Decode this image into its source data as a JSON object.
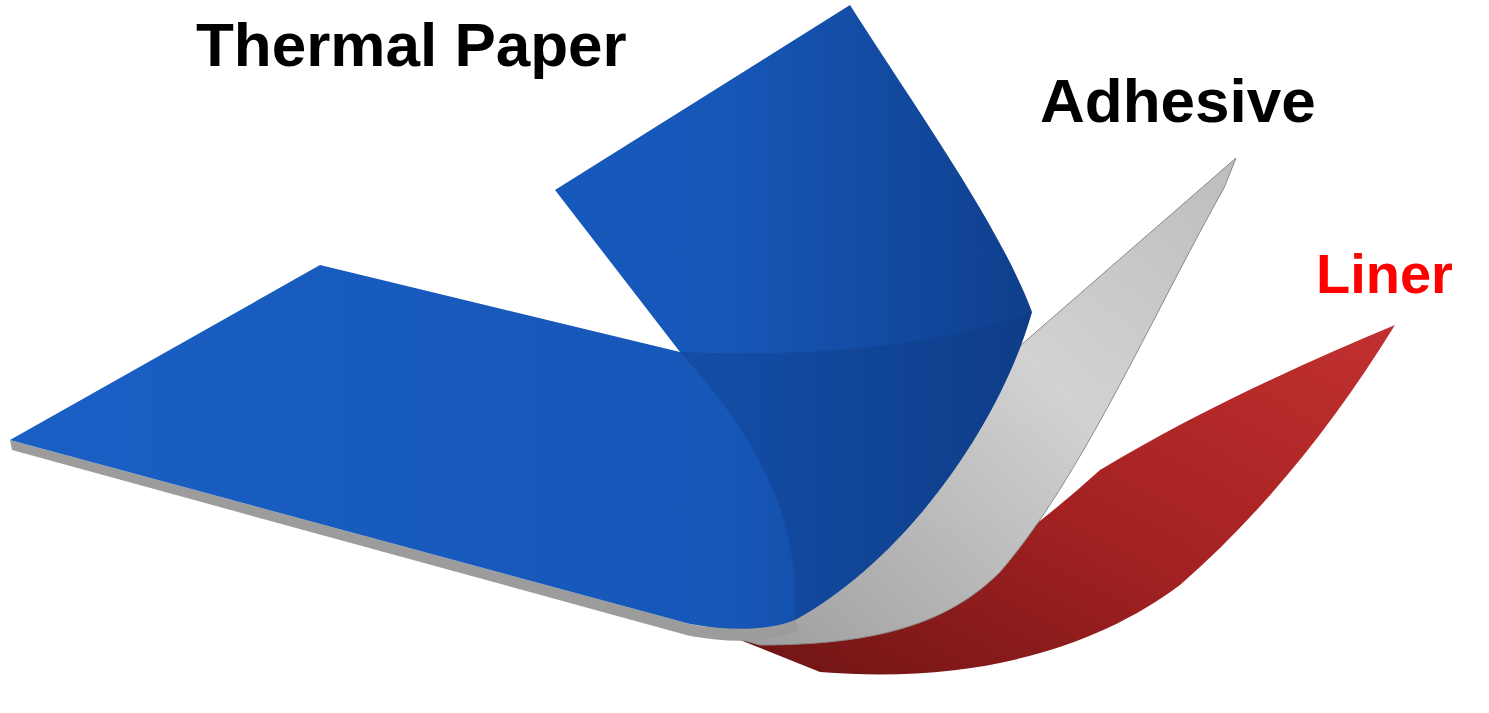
{
  "diagram": {
    "labels": [
      "Thermal Paper",
      "Adhesive",
      "Liner"
    ]
  }
}
